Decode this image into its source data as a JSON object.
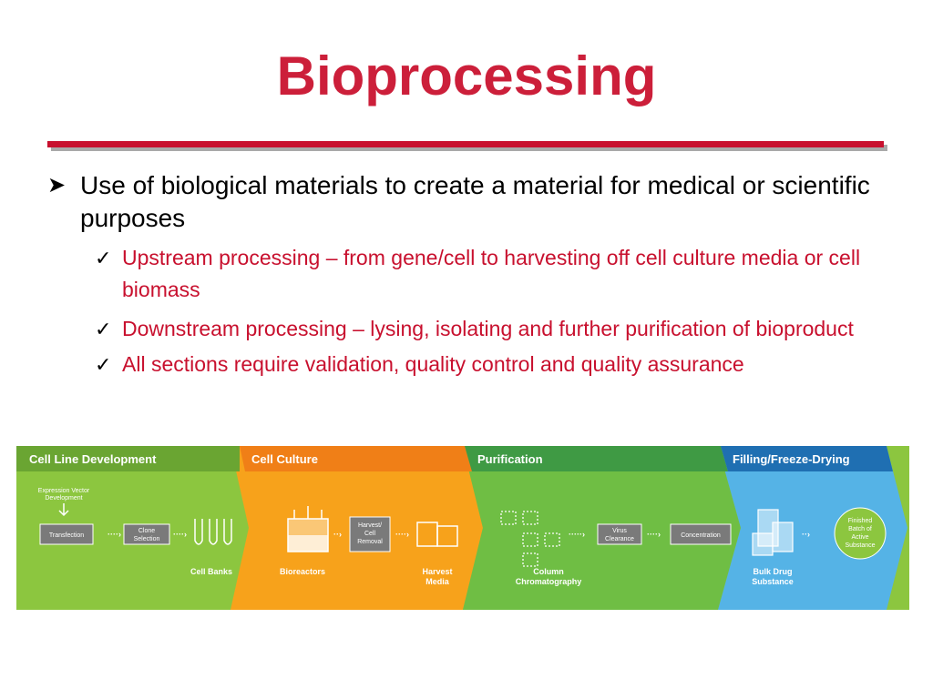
{
  "title": "Bioprocessing",
  "bullet": {
    "text": "Use of biological materials to create a material for medical or scientific purposes",
    "subitems": [
      "Upstream processing – from gene/cell to harvesting off cell culture media or cell biomass",
      "Downstream processing – lysing, isolating and further purification of bioproduct",
      "All sections require validation, quality control and quality assurance"
    ]
  },
  "diagram": {
    "sections": [
      "Cell Line Development",
      "Cell Culture",
      "Purification",
      "Filling/Freeze-Drying"
    ],
    "expression_vector_line1": "Expression Vector",
    "expression_vector_line2": "Development",
    "transfection": "Transfection",
    "clone_line1": "Clone",
    "clone_line2": "Selection",
    "cell_banks": "Cell Banks",
    "bioreactors": "Bioreactors",
    "harvest_removal": [
      "Harvest/",
      "Cell",
      "Removal"
    ],
    "harvest_media": [
      "Harvest",
      "Media"
    ],
    "column_chromatography": [
      "Column",
      "Chromatography"
    ],
    "virus_clearance": [
      "Virus",
      "Clearance"
    ],
    "concentration": "Concentration",
    "bulk_drug": [
      "Bulk Drug",
      "Substance"
    ],
    "finished_batch": [
      "Finished",
      "Batch of",
      "Active",
      "Substance"
    ]
  },
  "colors": {
    "title": "#cc1f3a",
    "green": "#8cc63f",
    "orange": "#f7a21b",
    "purification_green": "#6fbe44",
    "blue": "#55b3e6"
  }
}
